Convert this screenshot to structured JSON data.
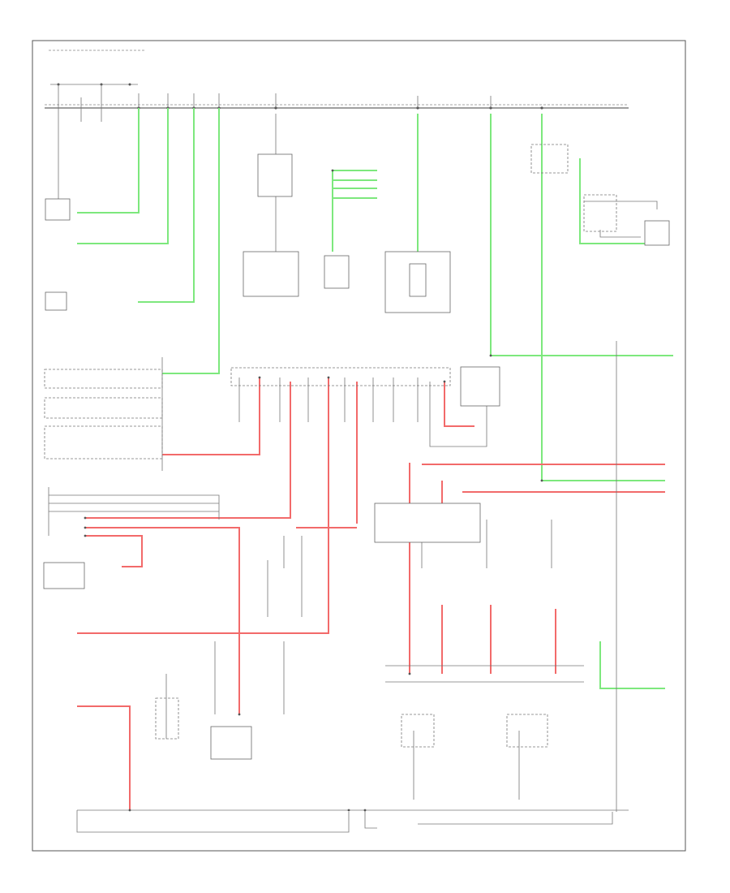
{
  "diagram": {
    "footer_code": "",
    "blocks": [
      {
        "id": "fuse_bus",
        "label": ""
      },
      {
        "id": "left_column",
        "label": ""
      },
      {
        "id": "center_junction",
        "label": ""
      },
      {
        "id": "right_column",
        "label": ""
      },
      {
        "id": "bottom_ground",
        "label": ""
      }
    ]
  },
  "colors": {
    "green_wire": "#7de87d",
    "red_wire": "#f26a6a",
    "black_wire": "#777777",
    "frame": "#555555",
    "background": "#ffffff"
  }
}
